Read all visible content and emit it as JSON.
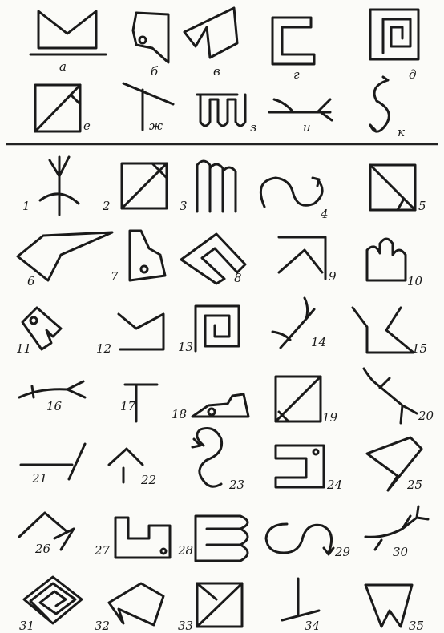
{
  "reference_labels": {
    "a": "а",
    "b": "б",
    "v": "в",
    "g": "г",
    "d": "д",
    "e": "е",
    "zh": "ж",
    "z": "з",
    "i": "и",
    "k": "к"
  },
  "numbered_labels": [
    "1",
    "2",
    "3",
    "4",
    "5",
    "6",
    "7",
    "8",
    "9",
    "10",
    "11",
    "12",
    "13",
    "14",
    "15",
    "16",
    "17",
    "18",
    "19",
    "20",
    "21",
    "22",
    "23",
    "24",
    "25",
    "26",
    "27",
    "28",
    "29",
    "30",
    "31",
    "32",
    "33",
    "34",
    "35"
  ]
}
